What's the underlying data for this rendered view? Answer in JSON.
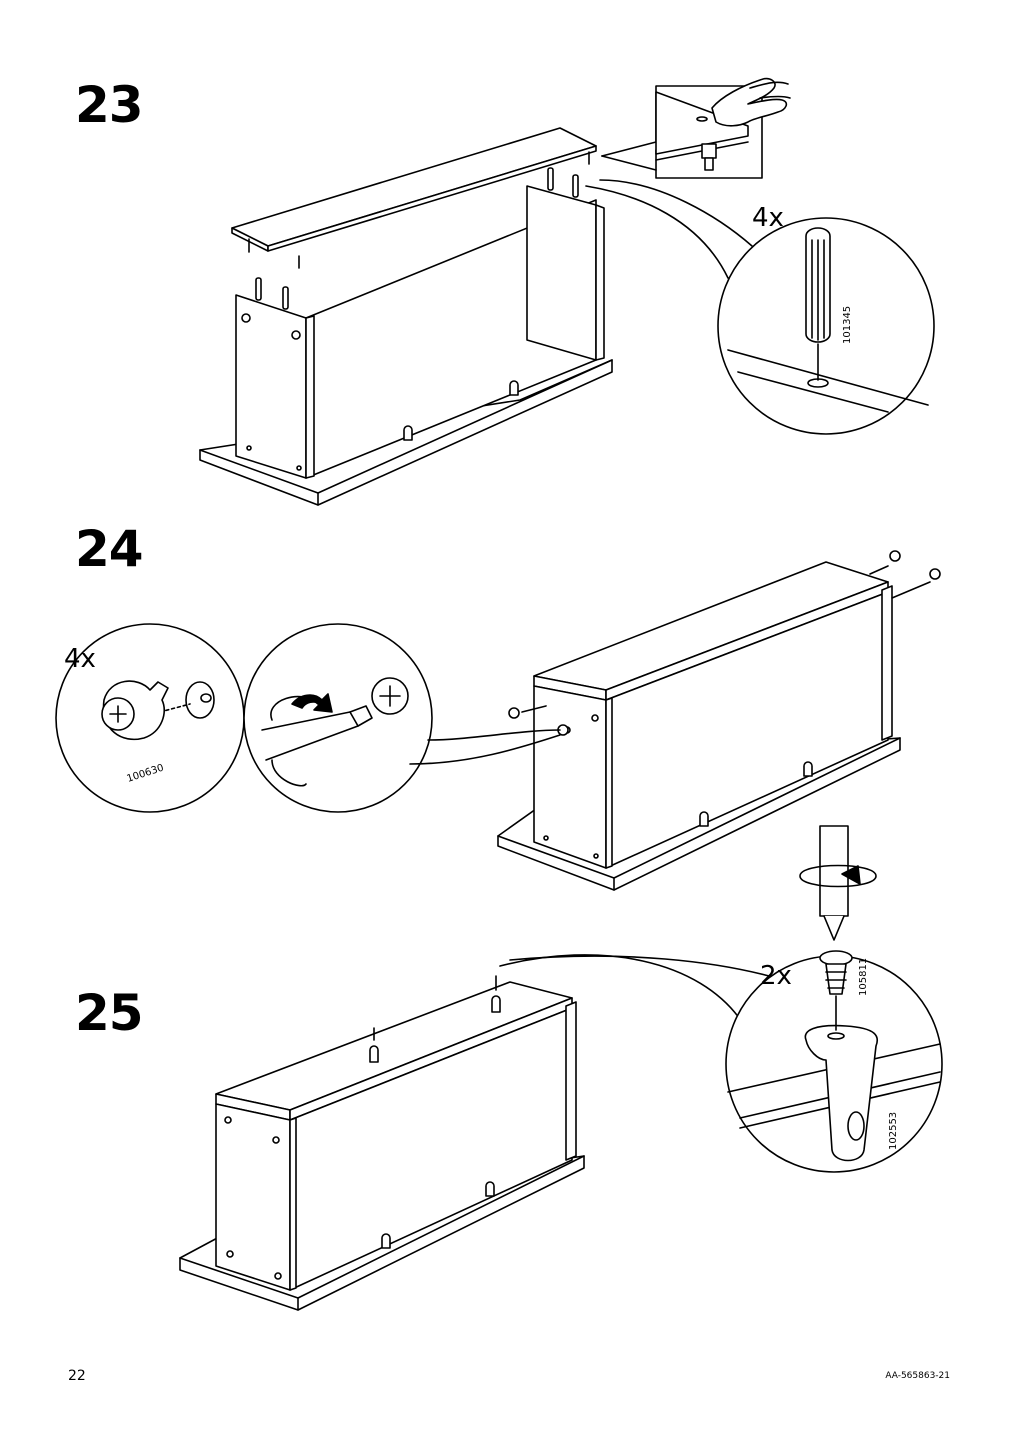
{
  "steps": [
    {
      "number": "23",
      "quantity": "4x",
      "part_number": "101345"
    },
    {
      "number": "24",
      "quantity": "4x",
      "part_number": "100630"
    },
    {
      "number": "25",
      "quantity": "2x",
      "screw_part_number": "105811",
      "bracket_part_number": "102553"
    }
  ],
  "footer": {
    "page_number": "22",
    "document_code": "AA-565863-21"
  }
}
